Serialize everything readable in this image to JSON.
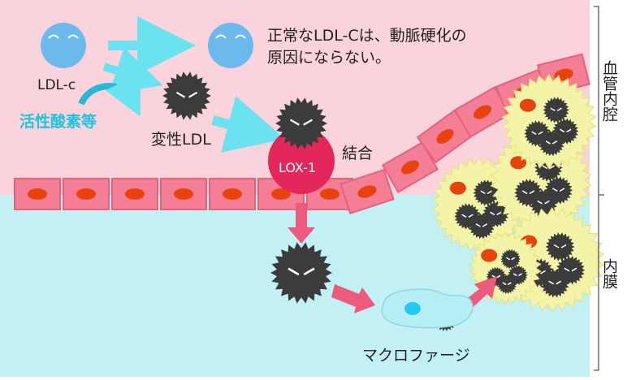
{
  "labels": {
    "normal_ldl": "LDL-c",
    "normal_note_line1": "正常なLDL-Cは、動脈硬化の",
    "normal_note_line2": "原因にならない。",
    "ros": "活性酸素等",
    "oxidized_ldl": "変性LDL",
    "lox1": "LOX-1",
    "binding": "結合",
    "macrophage": "マクロファージ",
    "lumen": "血管内腔",
    "intima": "内膜"
  },
  "colors": {
    "lumen_bg": "#fbd3dd",
    "intima_bg": "#c3f0f5",
    "cell_fill": "#f47e96",
    "cell_border": "#e5627f",
    "nucleus": "#e8420f",
    "ldl_blue": "#6cb9ee",
    "spiky": "#3b3b3b",
    "lox1": "#e3275a",
    "arrow_cyan": "#6ae2ef",
    "arrow_pink": "#ec5a7e",
    "foam_yellow": "#f4f4a8",
    "ros_text": "#21c3db"
  }
}
